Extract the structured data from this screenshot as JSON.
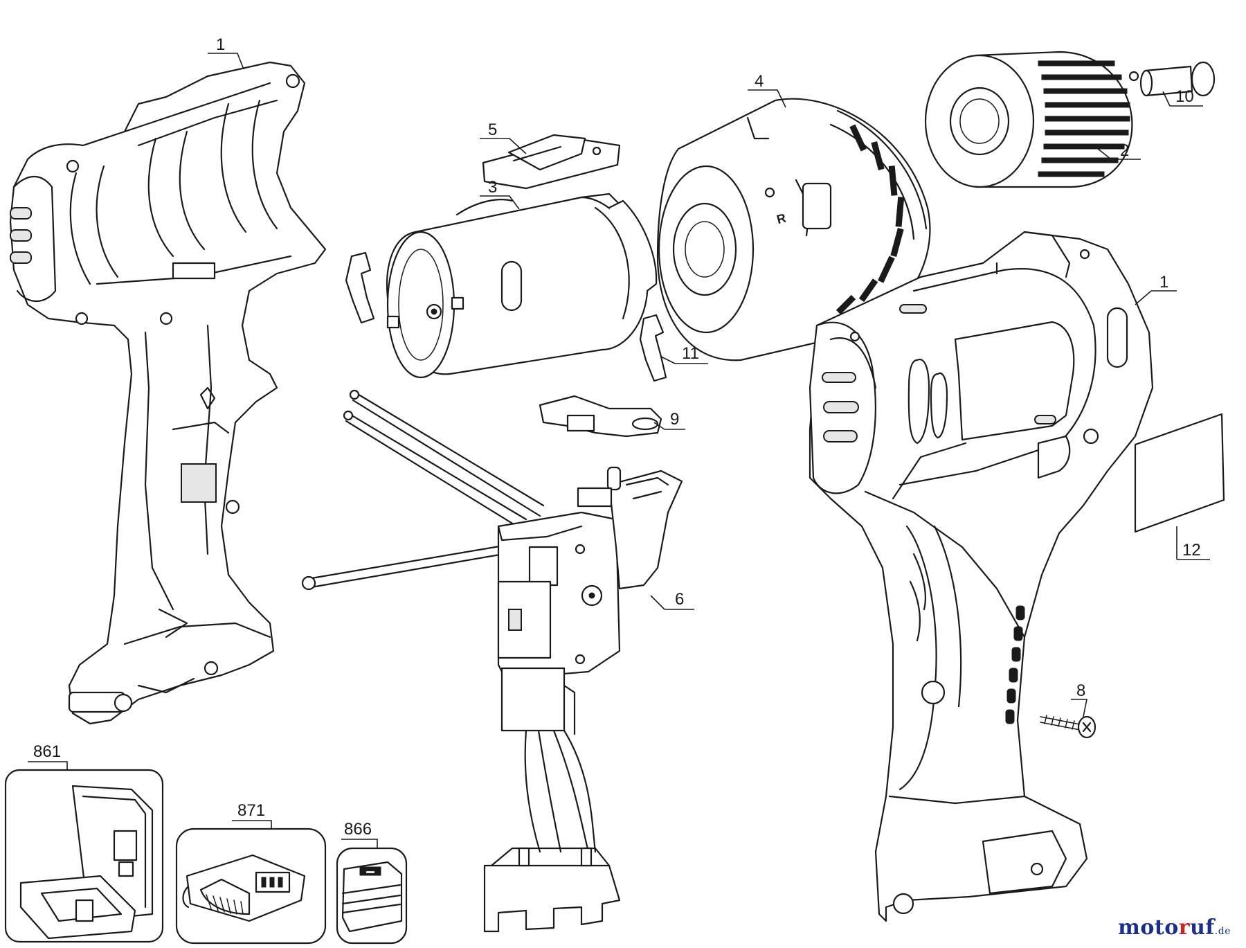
{
  "callouts": {
    "c1_left": "1",
    "c1_right": "1",
    "c2": "2",
    "c3": "3",
    "c4": "4",
    "c5": "5",
    "c6": "6",
    "c8": "8",
    "c9": "9",
    "c10": "10",
    "c11": "11",
    "c12": "12",
    "c861": "861",
    "c866": "866",
    "c871": "871"
  },
  "chuck_marking": "R",
  "logo": {
    "part_a": "moto",
    "part_b": "r",
    "part_c": "uf",
    "part_d": ".de"
  }
}
